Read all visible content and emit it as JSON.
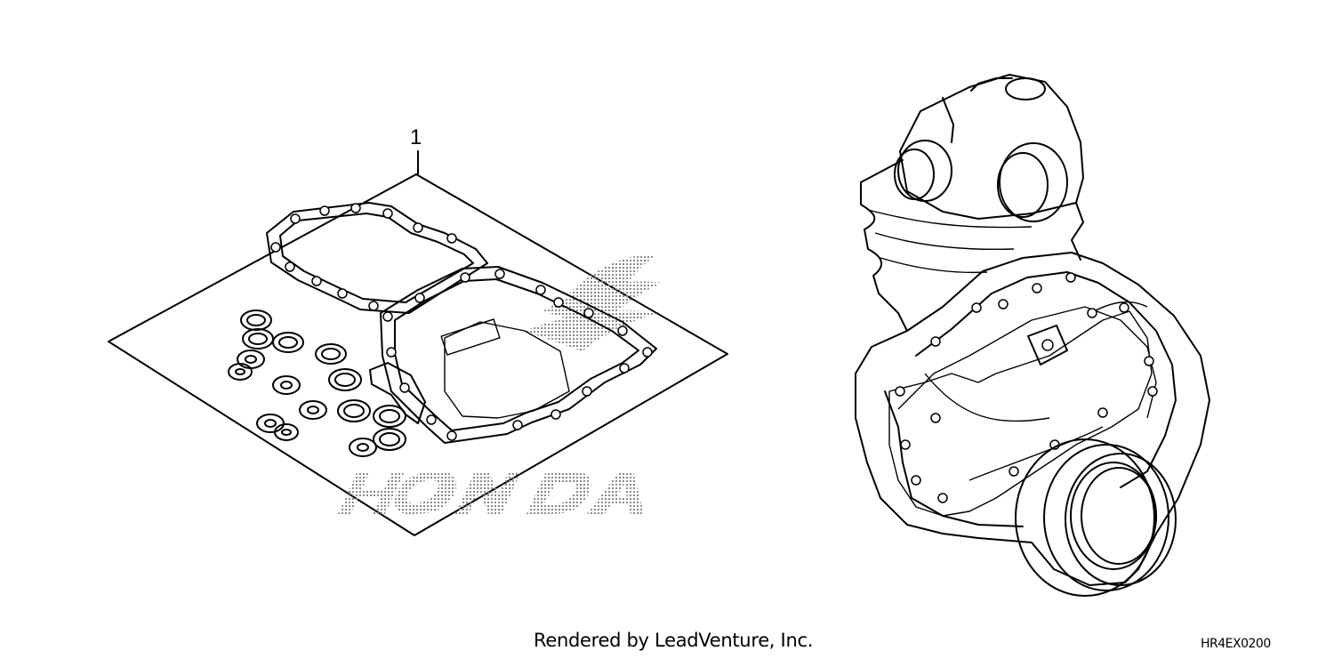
{
  "diagram": {
    "callouts": [
      {
        "label": "1",
        "part": "gasket-kit"
      }
    ],
    "watermark": {
      "text": "HONDA",
      "icon": "honda-wing-logo",
      "color": "#9a9a9a"
    },
    "footer": {
      "credit": "Rendered by LeadVenture, Inc.",
      "diagram_code": "HR4EX0200"
    },
    "colors": {
      "line": "#000000",
      "background": "#ffffff"
    }
  }
}
